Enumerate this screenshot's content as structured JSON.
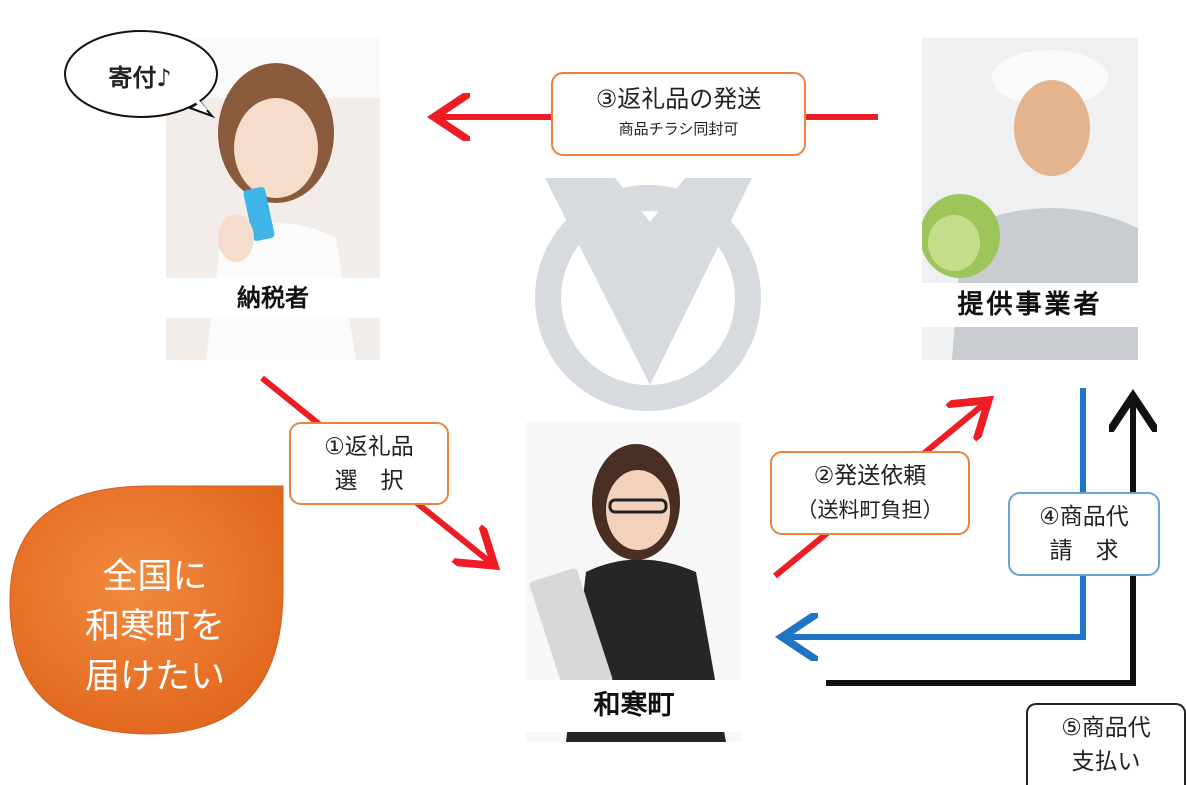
{
  "speech_bubble": "寄付♪",
  "actors": {
    "taxpayer": "納税者",
    "provider": "提供事業者",
    "town": "和寒町"
  },
  "steps": {
    "step1": {
      "line1": "①返礼品",
      "line2": "選　択"
    },
    "step2": {
      "line1": "②発送依頼",
      "line2": "（送料町負担）"
    },
    "step3": {
      "line1": "③返礼品の発送",
      "line2": "商品チラシ同封可"
    },
    "step4": {
      "line1": "④商品代",
      "line2": "請　求"
    },
    "step5": {
      "line1": "⑤商品代",
      "line2": "支払い"
    }
  },
  "slogan": {
    "line1": "全国に",
    "line2": "和寒町を",
    "line3": "届けたい"
  },
  "colors": {
    "red_arrow": "#ee1c25",
    "blue_arrow": "#1f74c4",
    "black_arrow": "#111111",
    "orange_border": "#e8843e",
    "blue_border": "#6aa2d8",
    "slogan_fill": "#ec7a2c",
    "watermark": "#d7dbe0"
  }
}
